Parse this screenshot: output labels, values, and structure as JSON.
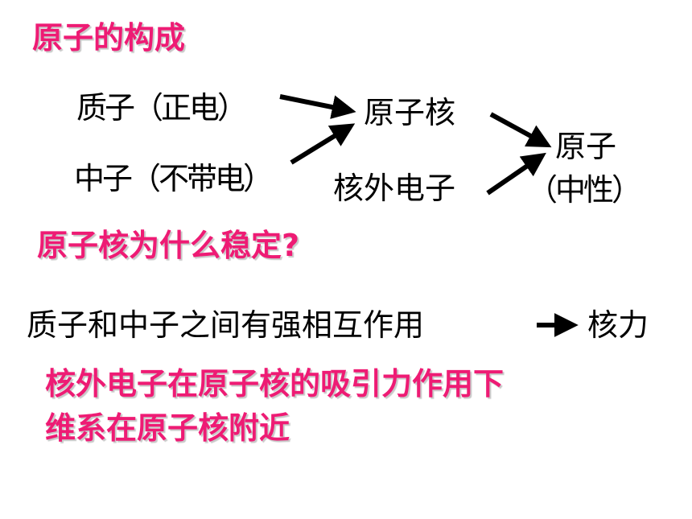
{
  "title": "原子的构成",
  "diagram": {
    "proton": "质子（正电）",
    "neutron": "中子（不带电）",
    "nucleus": "原子核",
    "electron": "核外电子",
    "atom_line1": "原子",
    "atom_line2": "（中性）"
  },
  "question": "原子核为什么稳定?",
  "statement": {
    "text": "质子和中子之间有强相互作用",
    "result": "核力"
  },
  "note": {
    "line1": "核外电子在原子核的吸引力作用下",
    "line2": "维系在原子核附近"
  },
  "colors": {
    "accent": "#ee1b74",
    "text": "#000000",
    "background": "#ffffff"
  }
}
